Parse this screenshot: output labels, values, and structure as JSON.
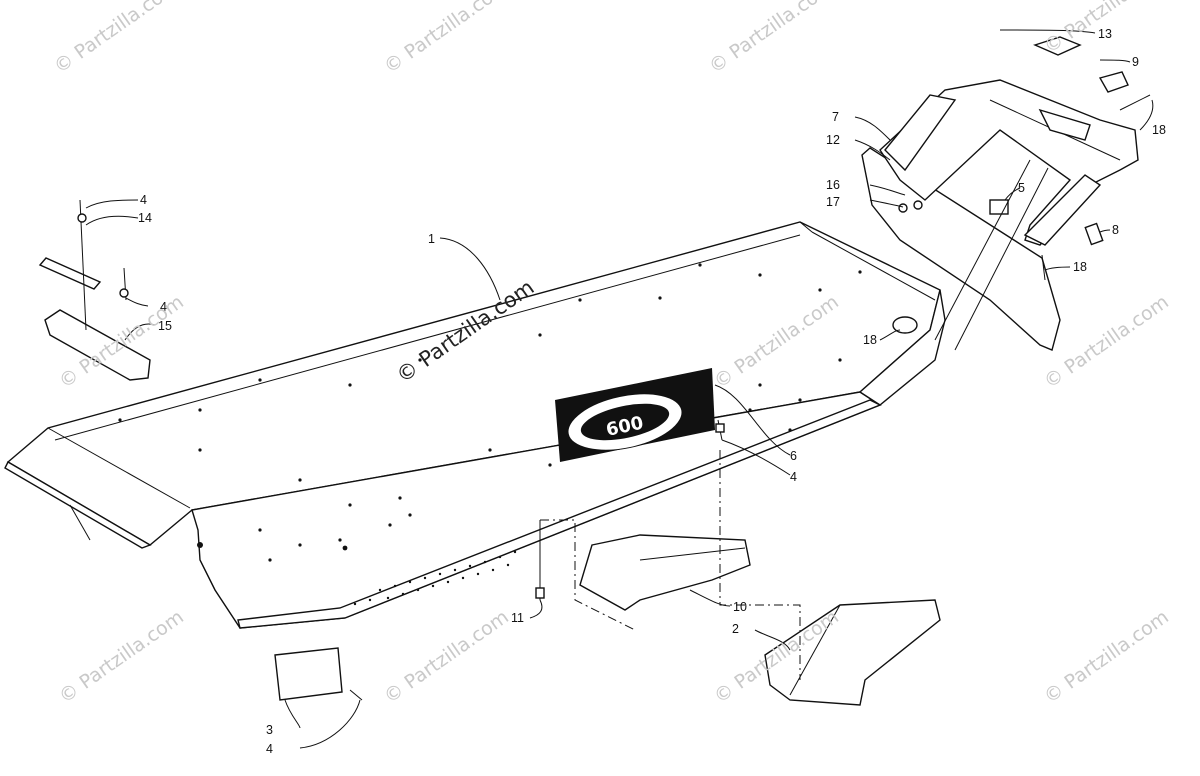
{
  "watermark": {
    "text": "© Partzilla.com",
    "center_text": "© Partzilla.com"
  },
  "callouts": [
    "1",
    "2",
    "3",
    "4",
    "4",
    "4",
    "4",
    "5",
    "6",
    "7",
    "8",
    "9",
    "10",
    "11",
    "12",
    "13",
    "14",
    "15",
    "16",
    "17",
    "18",
    "18",
    "18"
  ],
  "decal_text": "600"
}
